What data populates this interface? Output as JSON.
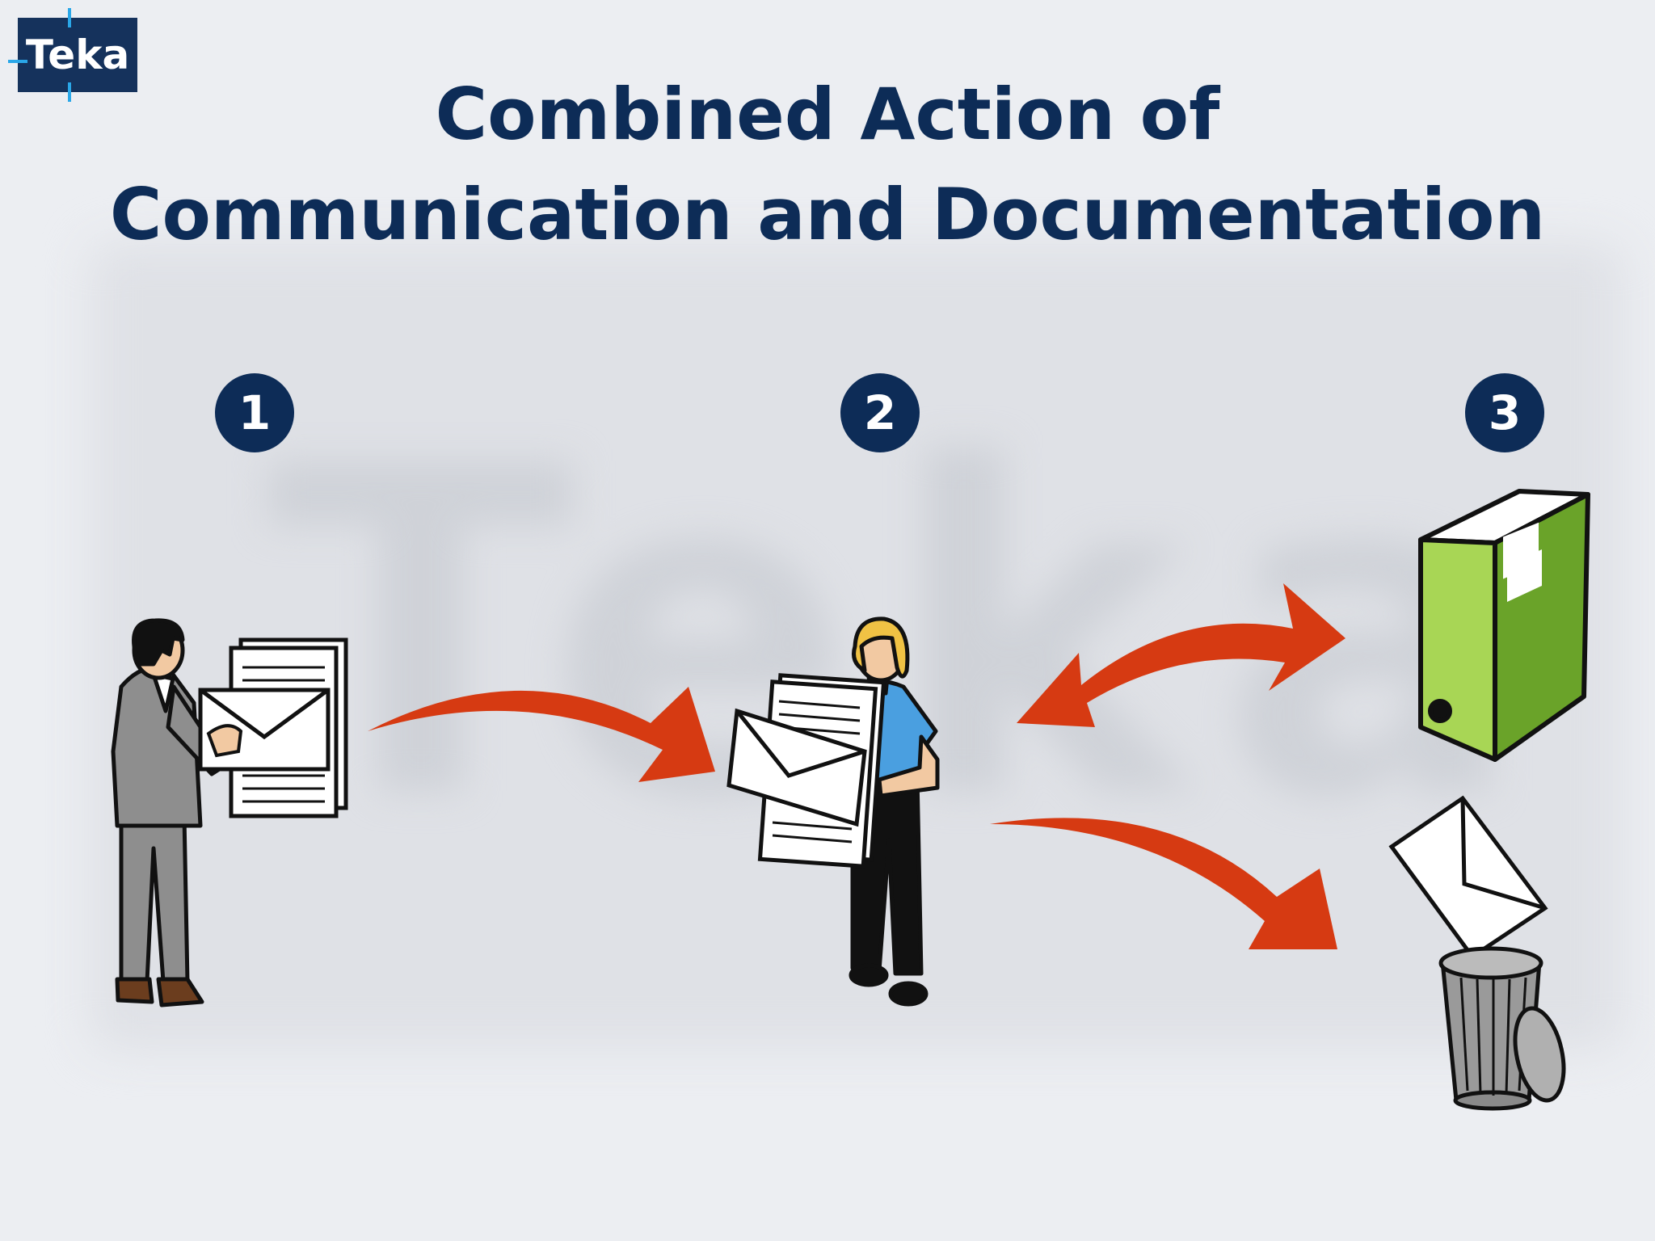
{
  "logo": {
    "text": "Teka"
  },
  "title": {
    "line1": "Combined Action of",
    "line2": "Communication and Documentation"
  },
  "steps": [
    {
      "number": "1"
    },
    {
      "number": "2"
    },
    {
      "number": "3"
    }
  ],
  "colors": {
    "title": "#0d2c57",
    "badge": "#0d2c57",
    "arrow": "#d63a12",
    "binder": "#8cc63f",
    "shirt": "#4a9fe0",
    "suit": "#8e8e8e",
    "trash": "#9a9a9a"
  },
  "icons": [
    "businessman-icon",
    "document-stack-icon",
    "envelope-icon",
    "woman-holding-documents-icon",
    "green-binder-icon",
    "trash-can-icon"
  ]
}
